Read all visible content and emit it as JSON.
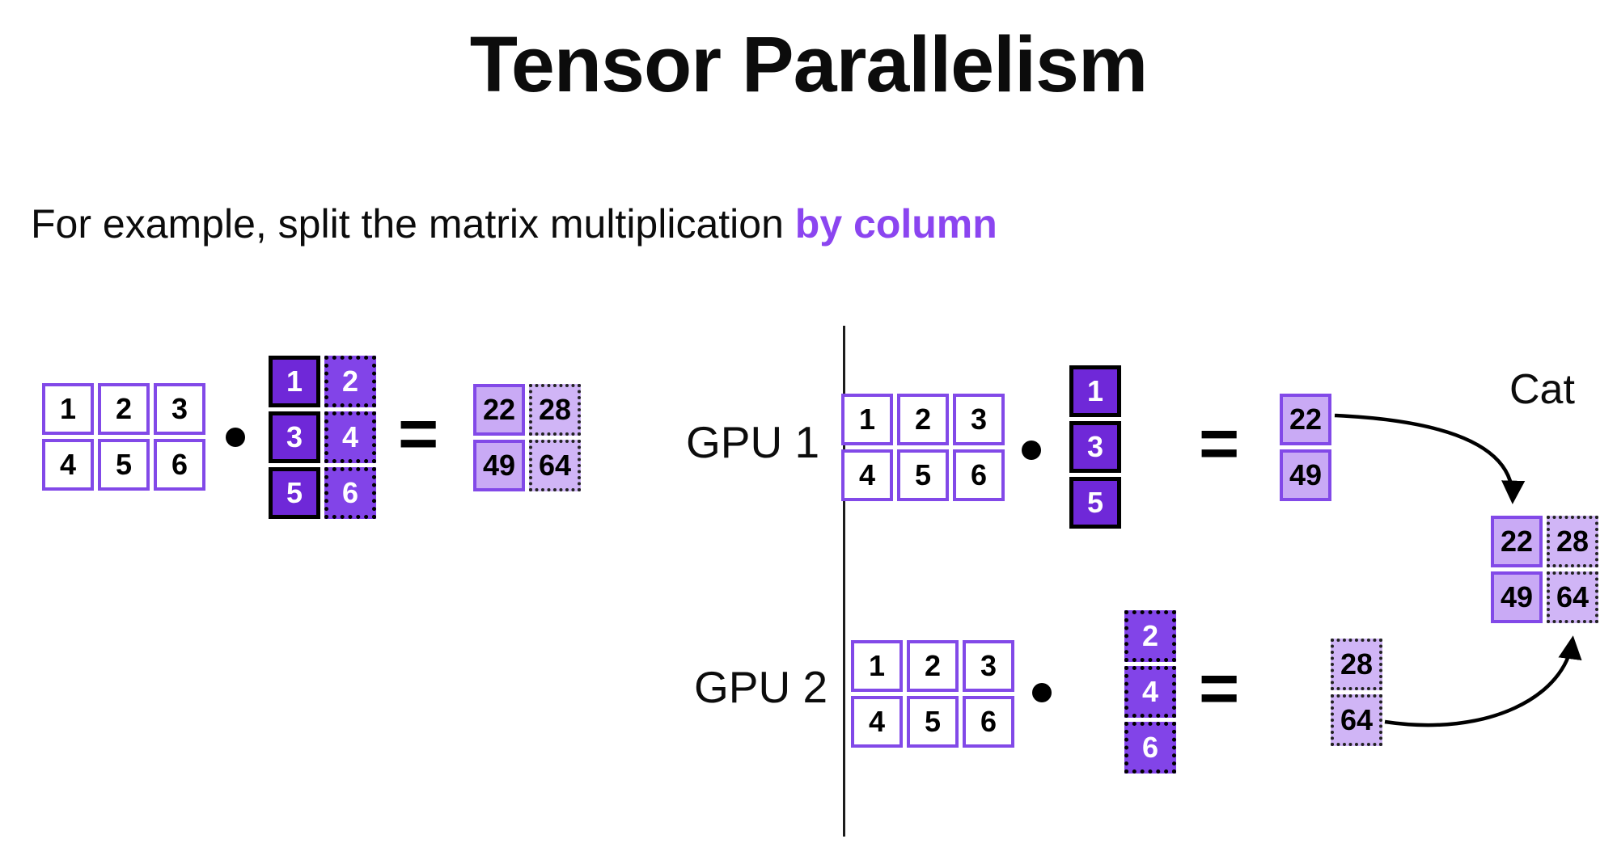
{
  "title": "Tensor Parallelism",
  "subtitle": {
    "prefix": "For example, split the matrix multiplication ",
    "highlight": "by column"
  },
  "operators": {
    "dot": "•",
    "equals": "="
  },
  "labels": {
    "gpu1": "GPU 1",
    "gpu2": "GPU 2",
    "cat": "Cat"
  },
  "colors": {
    "accent_text": "#8b45f0",
    "matrix_border_purple": "#8249e8",
    "dark_purple_fill": "#6f28d8",
    "medium_purple_fill": "#8244e8",
    "light_purple_fill": "#c9aaf5",
    "arrow_black": "#000000"
  },
  "left": {
    "matrix_a": [
      [
        1,
        2,
        3
      ],
      [
        4,
        5,
        6
      ]
    ],
    "matrix_b": {
      "col1": [
        1,
        3,
        5
      ],
      "col2": [
        2,
        4,
        6
      ]
    },
    "result": {
      "col1": [
        22,
        49
      ],
      "col2": [
        28,
        64
      ]
    }
  },
  "gpu1": {
    "matrix_a": [
      [
        1,
        2,
        3
      ],
      [
        4,
        5,
        6
      ]
    ],
    "vector": [
      1,
      3,
      5
    ],
    "result": [
      22,
      49
    ]
  },
  "gpu2": {
    "matrix_a": [
      [
        1,
        2,
        3
      ],
      [
        4,
        5,
        6
      ]
    ],
    "vector": [
      2,
      4,
      6
    ],
    "result": [
      28,
      64
    ]
  },
  "cat": {
    "col1": [
      22,
      49
    ],
    "col2": [
      28,
      64
    ]
  }
}
